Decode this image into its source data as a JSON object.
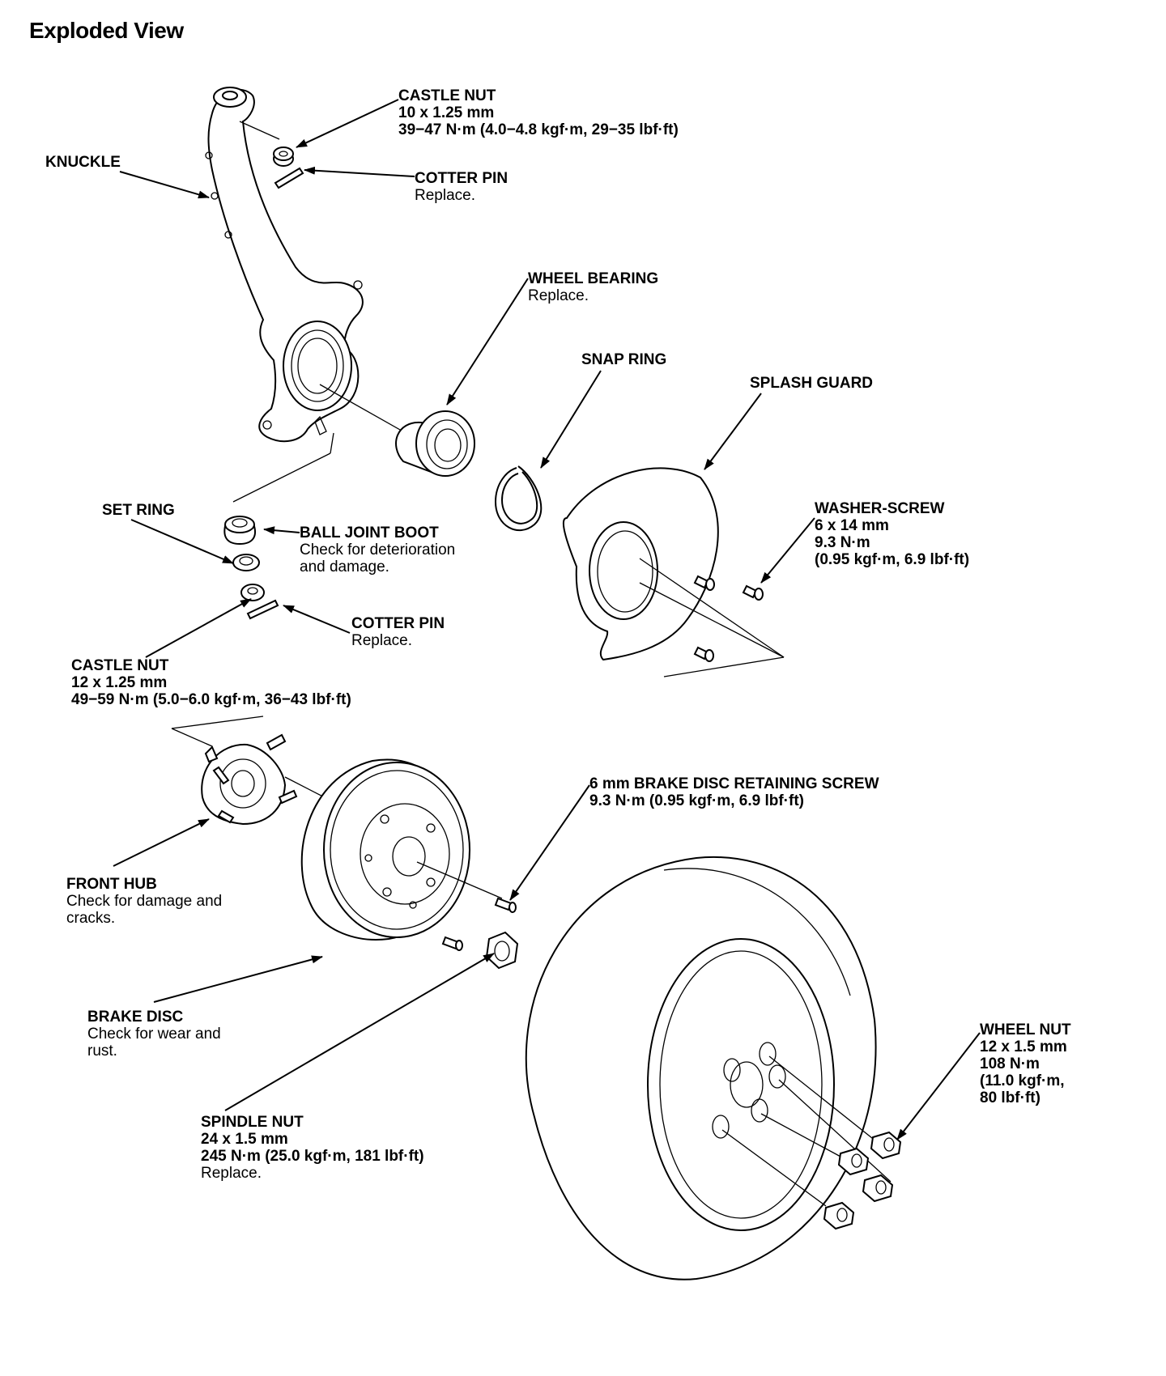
{
  "title": "Exploded View",
  "labels": {
    "castle_nut_top": {
      "name": "CASTLE NUT",
      "specs": [
        "10 x 1.25 mm",
        "39−47 N·m (4.0−4.8 kgf·m, 29−35 lbf·ft)"
      ]
    },
    "knuckle": {
      "name": "KNUCKLE"
    },
    "cotter_pin_top": {
      "name": "COTTER PIN",
      "note": "Replace."
    },
    "wheel_bearing": {
      "name": "WHEEL BEARING",
      "note": "Replace."
    },
    "snap_ring": {
      "name": "SNAP RING"
    },
    "splash_guard": {
      "name": "SPLASH GUARD"
    },
    "set_ring": {
      "name": "SET RING"
    },
    "ball_joint_boot": {
      "name": "BALL JOINT BOOT",
      "notes": [
        "Check for deterioration",
        "and damage."
      ]
    },
    "washer_screw": {
      "name": "WASHER-SCREW",
      "specs": [
        "6 x 14 mm",
        "9.3 N·m",
        "(0.95 kgf·m, 6.9 lbf·ft)"
      ]
    },
    "cotter_pin_bottom": {
      "name": "COTTER PIN",
      "note": "Replace."
    },
    "castle_nut_bottom": {
      "name": "CASTLE NUT",
      "specs": [
        "12 x 1.25 mm",
        "49−59 N·m (5.0−6.0 kgf·m, 36−43 lbf·ft)"
      ]
    },
    "retaining_screw": {
      "name": "6 mm BRAKE DISC RETAINING SCREW",
      "specs": [
        "9.3 N·m (0.95 kgf·m, 6.9 lbf·ft)"
      ]
    },
    "front_hub": {
      "name": "FRONT HUB",
      "notes": [
        "Check for damage and",
        "cracks."
      ]
    },
    "brake_disc": {
      "name": "BRAKE DISC",
      "notes": [
        "Check for wear and",
        "rust."
      ]
    },
    "wheel_nut": {
      "name": "WHEEL NUT",
      "specs": [
        "12 x 1.5 mm",
        "108 N·m",
        "(11.0 kgf·m,",
        "80 lbf·ft)"
      ]
    },
    "spindle_nut": {
      "name": "SPINDLE NUT",
      "specs": [
        "24 x 1.5 mm",
        "245 N·m (25.0 kgf·m, 181 lbf·ft)"
      ],
      "note": "Replace."
    }
  }
}
